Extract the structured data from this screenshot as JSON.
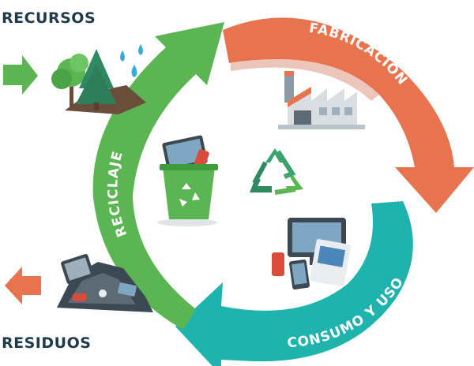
{
  "labels": {
    "resources": "RECURSOS",
    "waste": "RESIDUOS"
  },
  "stages": {
    "manufacturing": "FABRICACIÓN",
    "consumption": "CONSUMO Y USO",
    "recycling": "RECICLAJE"
  },
  "colors": {
    "manufacturing": "#e8734f",
    "consumption": "#1fb3ae",
    "recycling": "#5bb552",
    "text_dark": "#1f3a4a"
  },
  "icons": [
    "trees-soil-water-icon",
    "factory-icon",
    "electronics-icon",
    "recycle-bin-icon",
    "recycle-symbol-icon",
    "waste-pile-icon",
    "input-arrow-icon",
    "output-arrow-icon"
  ]
}
